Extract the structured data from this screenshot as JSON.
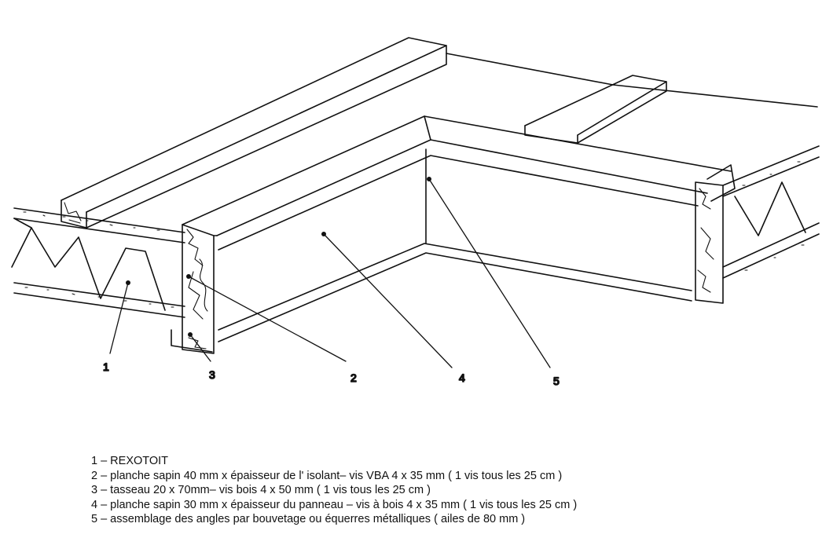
{
  "callouts": [
    "1",
    "2",
    "3",
    "4",
    "5"
  ],
  "legend": [
    "1 – REXOTOIT",
    "2 – planche sapin 40 mm x épaisseur de l' isolant– vis VBA 4 x 35 mm ( 1 vis tous les 25 cm )",
    "3 – tasseau 20 x 70mm– vis bois 4 x 50 mm ( 1 vis tous les 25 cm )",
    "4 – planche sapin 30 mm x épaisseur du panneau – vis à bois 4 x 35 mm ( 1 vis tous les 25 cm )",
    "5 – assemblage des angles par bouvetage ou équerres métalliques ( ailes de 80 mm )"
  ]
}
